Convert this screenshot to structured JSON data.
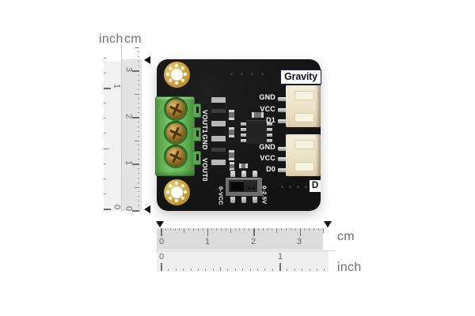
{
  "colors": {
    "pcb": "#131313",
    "gold": "#c79c34",
    "terminal_green": "#74c763",
    "connector_cream": "#ece2c8",
    "silkscreen": "#ffffff",
    "ruler_strip_dark": "#dedede",
    "ruler_strip_light": "#f1f1f1",
    "ruler_text": "#666666",
    "arrow": "#141414"
  },
  "rulers": {
    "vertical": {
      "left_unit": "inch",
      "right_unit": "cm",
      "cm_numbers": [
        "0",
        "1",
        "2",
        "3"
      ],
      "inch_numbers": [
        "0",
        "1"
      ]
    },
    "horizontal": {
      "top_unit": "cm",
      "bottom_unit": "inch",
      "cm_numbers": [
        "0",
        "1",
        "2",
        "3"
      ],
      "inch_numbers": [
        "0",
        "1"
      ]
    }
  },
  "pcb": {
    "brand_label": "Gravity",
    "corner_label": "D",
    "terminal_labels": [
      "VOUT1",
      "GND",
      "VOUT0"
    ],
    "connector_top_pins": [
      "GND",
      "VCC",
      "D1"
    ],
    "connector_bottom_pins": [
      "GND",
      "VCC",
      "D0"
    ],
    "switch_left_label": "0-VCC",
    "switch_right_label": "0-2.5V"
  }
}
